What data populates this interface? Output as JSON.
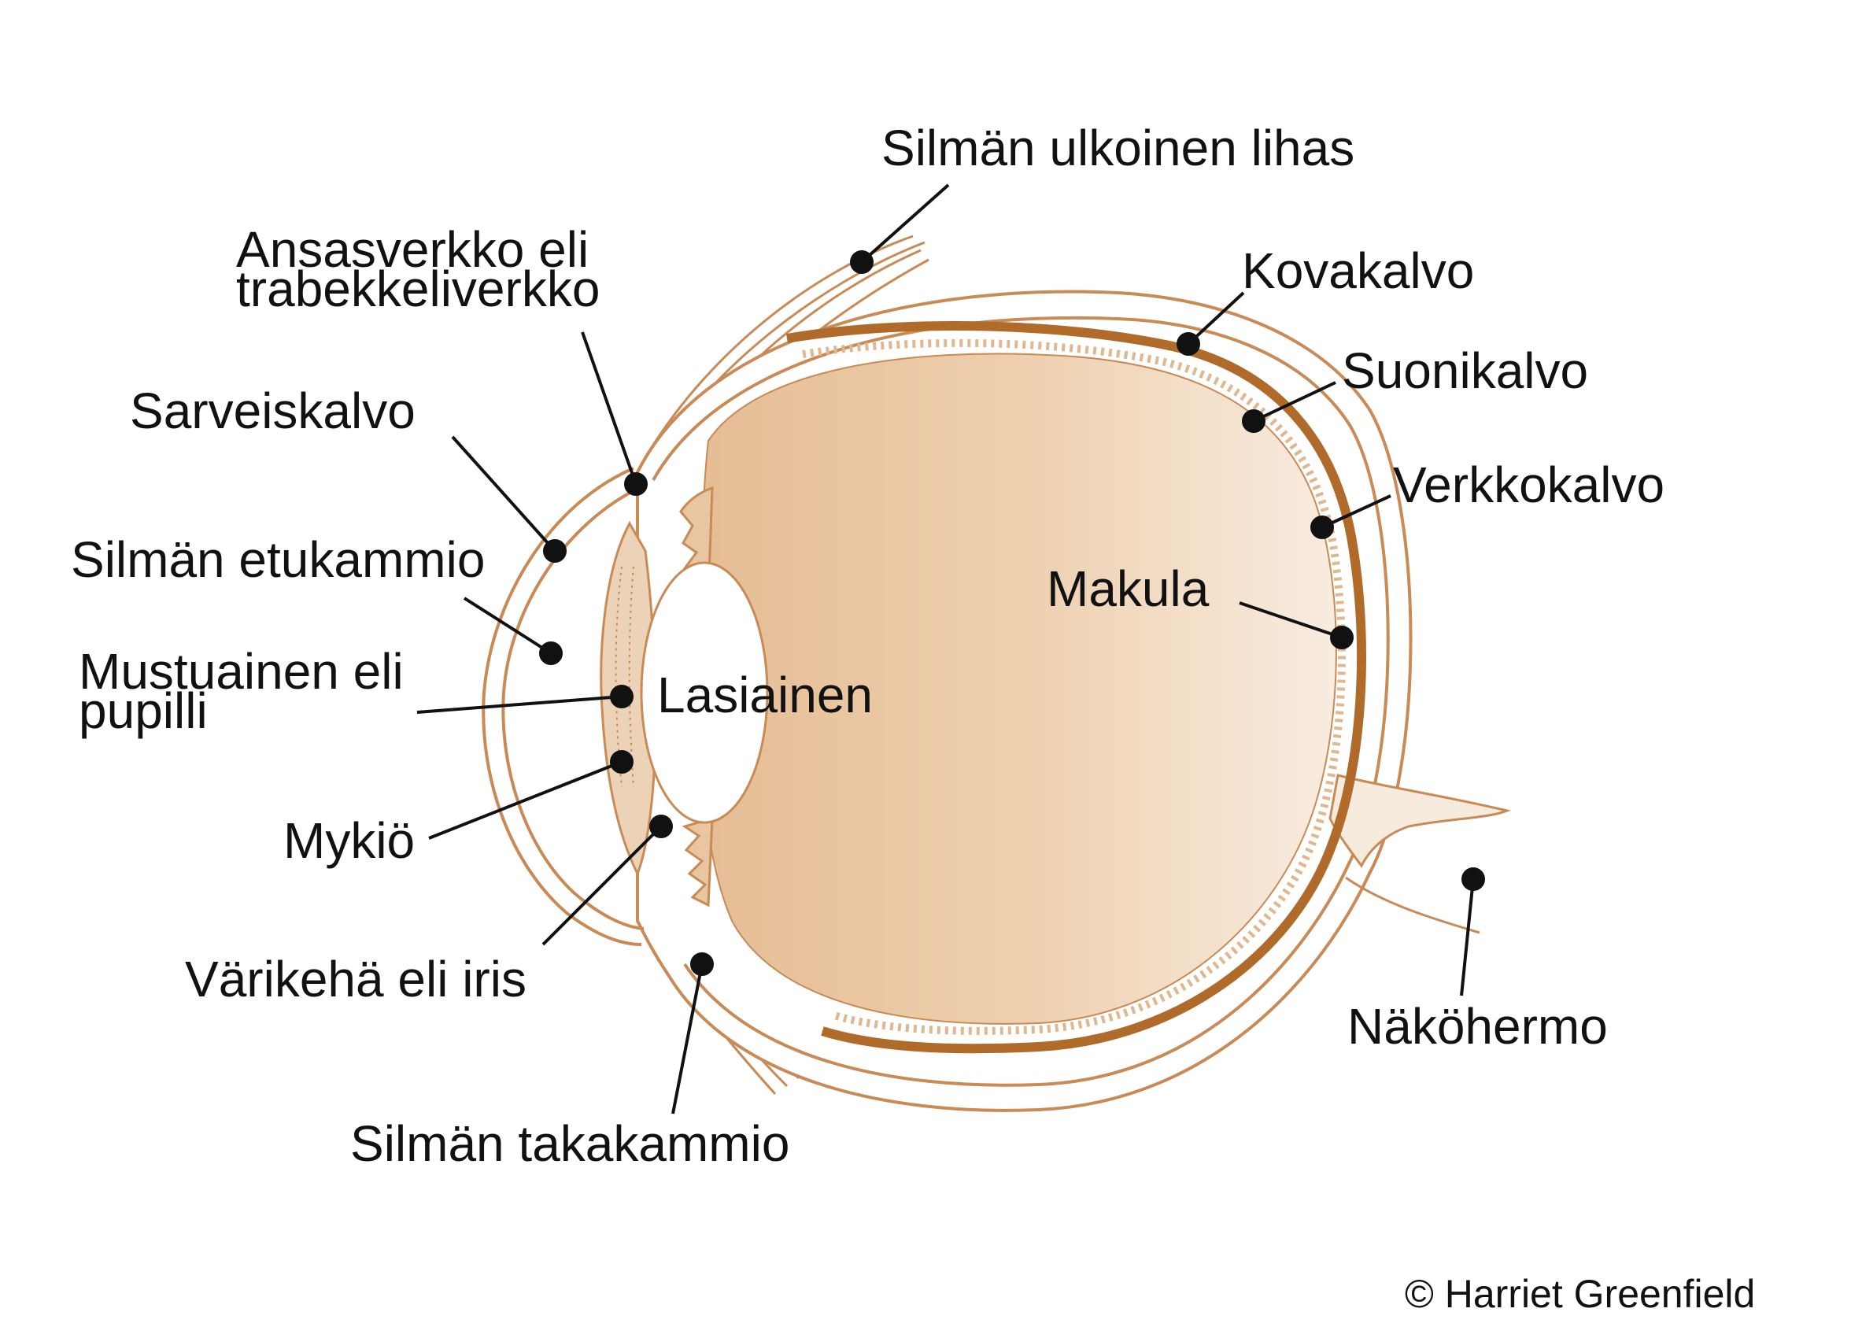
{
  "colors": {
    "outline": "#c98a55",
    "choroid": "#b06a2a",
    "fill_light": "#f5e6d6",
    "fill_dark": "#e7c09a",
    "leader": "#111111"
  },
  "labels": {
    "external_muscle": "Silmän ulkoinen lihas",
    "trabecular_line1": "Ansasverkko eli",
    "trabecular_line2": "trabekkeliverkko",
    "cornea": "Sarveiskalvo",
    "anterior_chamber": "Silmän etukammio",
    "pupil_line1": "Mustuainen eli",
    "pupil_line2": "pupilli",
    "lens": "Mykiö",
    "iris": "Värikehä eli iris",
    "posterior_chamber": "Silmän takakammio",
    "vitreous": "Lasiainen",
    "sclera": "Kovakalvo",
    "choroid": "Suonikalvo",
    "retina": "Verkkokalvo",
    "macula": "Makula",
    "optic_nerve": "Näköhermo"
  },
  "copyright": "© Harriet Greenfield"
}
